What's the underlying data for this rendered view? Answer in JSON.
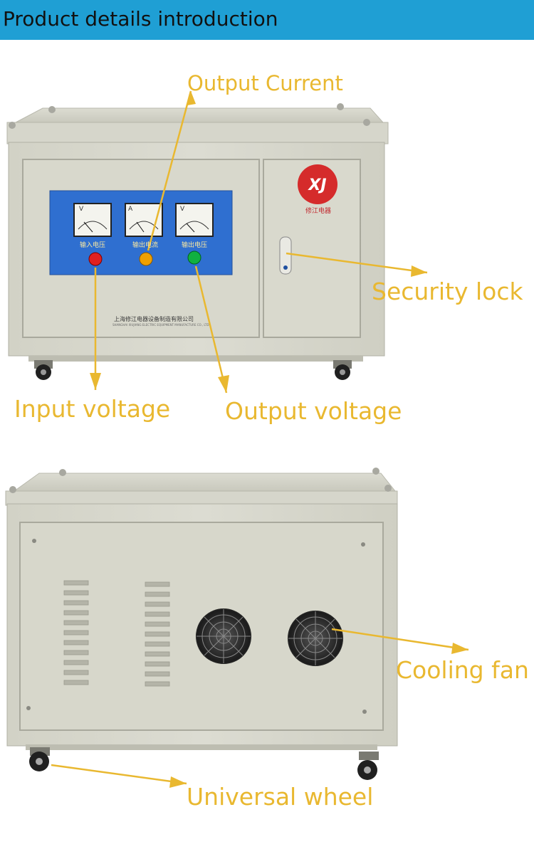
{
  "header": {
    "title": "Product details introduction",
    "background_color": "#1f9fd4"
  },
  "labels": {
    "output_current": "Output Current",
    "security_lock": "Security lock",
    "input_voltage": "Input voltage",
    "output_voltage": "Output voltage",
    "cooling_fan": "Cooling fan",
    "universal_wheel": "Universal wheel",
    "label_color": "#e9b830"
  },
  "front_panel": {
    "brand_logo": "XJ",
    "brand_subtitle": "修江电器",
    "company_name": "上海修江电器设备制造有限公司",
    "company_name_en": "SHANGHAI XIUJIANG ELECTRIC EQUIPMENT MANUFACTURE CO., LTD",
    "meters": [
      {
        "unit": "V",
        "caption": "输入电压",
        "indicator_color": "#e02020"
      },
      {
        "unit": "A",
        "caption": "输出电流",
        "indicator_color": "#f0a000"
      },
      {
        "unit": "V",
        "caption": "输出电压",
        "indicator_color": "#10b040"
      }
    ]
  }
}
